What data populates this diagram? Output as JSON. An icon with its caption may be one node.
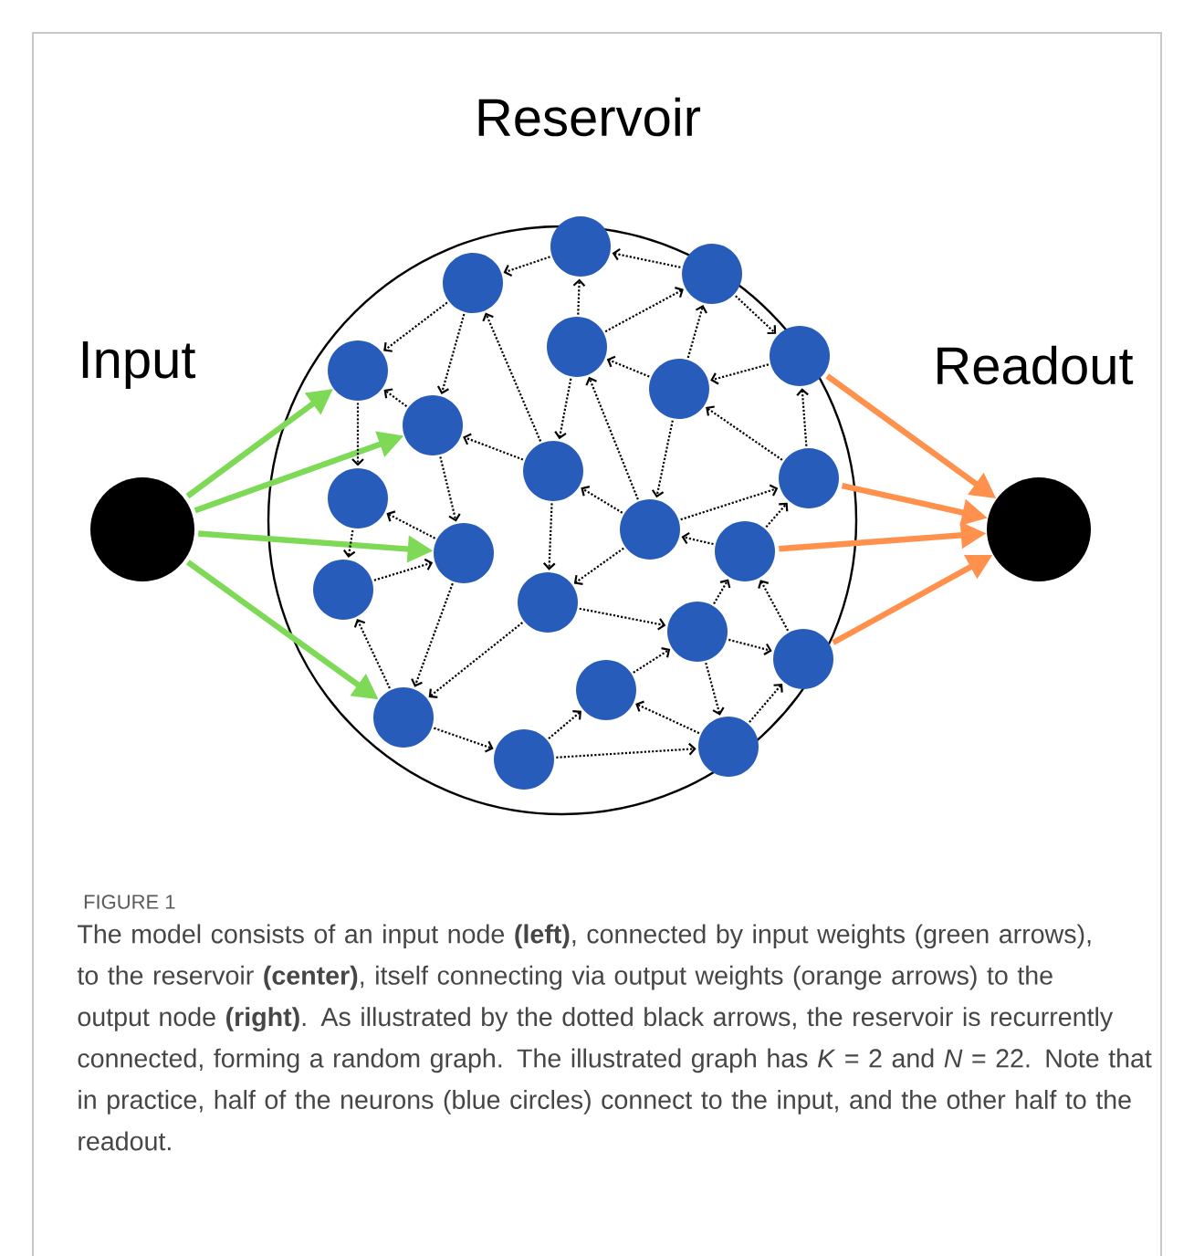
{
  "diagram": {
    "caption": "The model consists of an input node **(left)**, connected by input weights (green arrows), to the reservoir **(center)**, itself connecting via output weights (orange arrows) to the output node **(right)**. As illustrated by the dotted black arrows, the reservoir is recurrently connected, forming a random graph. The illustrated graph has *K* = 2 and *N* = 22. Note that in practice, half of the neurons (blue circles) connect to the input, and the other half to the readout.",
    "nodes": [
      {
        "text": [
          "Reservoir"
        ]
      },
      {
        "text": [],
        "shape": "circle",
        "beside": [
          "Input"
        ]
      },
      {
        "text": [],
        "shape": "circle",
        "in": 0
      },
      {
        "text": [],
        "shape": "circle",
        "in": 0
      },
      {
        "text": [],
        "shape": "circle",
        "in": 0
      },
      {
        "text": [],
        "shape": "circle",
        "in": 0
      },
      {
        "text": [],
        "shape": "circle",
        "in": 0
      },
      {
        "text": [],
        "shape": "circle",
        "in": 0
      },
      {
        "text": [],
        "shape": "circle",
        "in": 0
      },
      {
        "text": [],
        "shape": "circle",
        "in": 0
      },
      {
        "text": [],
        "shape": "circle",
        "in": 0
      },
      {
        "text": [],
        "shape": "circle",
        "in": 0
      },
      {
        "text": [],
        "shape": "circle",
        "in": 0
      },
      {
        "text": [],
        "shape": "circle",
        "in": 0
      },
      {
        "text": [],
        "shape": "circle",
        "in": 0
      },
      {
        "text": [],
        "shape": "circle",
        "in": 0
      },
      {
        "text": [],
        "shape": "circle",
        "in": 0
      },
      {
        "text": [],
        "shape": "circle",
        "in": 0
      },
      {
        "text": [],
        "shape": "circle",
        "in": 0
      },
      {
        "text": [],
        "shape": "circle",
        "in": 0
      },
      {
        "text": [],
        "shape": "circle",
        "in": 0
      },
      {
        "text": [],
        "shape": "circle",
        "in": 0
      },
      {
        "text": [],
        "shape": "circle",
        "in": 0
      },
      {
        "text": [],
        "shape": "circle",
        "in": 0
      },
      {
        "text": [],
        "shape": "circle",
        "beside": [
          "Readout"
        ]
      }
    ],
    "edges": [
      {
        "from": 1,
        "to": 5,
        "arrow": "to",
        "style": "thick",
        "color": "#7ed957"
      },
      {
        "from": 1,
        "to": 9,
        "arrow": "to",
        "style": "thick",
        "color": "#7ed957"
      },
      {
        "from": 1,
        "to": 15,
        "arrow": "to",
        "style": "thick",
        "color": "#7ed957"
      },
      {
        "from": 1,
        "to": 21,
        "arrow": "to",
        "style": "thick",
        "color": "#7ed957"
      },
      {
        "from": 7,
        "to": 24,
        "arrow": "to",
        "style": "thick",
        "color": "#ff914d"
      },
      {
        "from": 12,
        "to": 24,
        "arrow": "to",
        "style": "thick",
        "color": "#ff914d"
      },
      {
        "from": 14,
        "to": 24,
        "arrow": "to",
        "style": "thick",
        "color": "#ff914d"
      },
      {
        "from": 19,
        "to": 24,
        "arrow": "to",
        "style": "thick",
        "color": "#ff914d"
      },
      {
        "from": 2,
        "to": 3,
        "arrow": "to",
        "style": "dashed"
      },
      {
        "from": 3,
        "to": 5,
        "arrow": "to",
        "style": "dashed"
      },
      {
        "from": 3,
        "to": 9,
        "arrow": "to",
        "style": "dashed"
      },
      {
        "from": 9,
        "to": 5,
        "arrow": "to",
        "style": "dashed"
      },
      {
        "from": 5,
        "to": 11,
        "arrow": "to",
        "style": "dashed"
      },
      {
        "from": 9,
        "to": 15,
        "arrow": "to",
        "style": "dashed"
      },
      {
        "from": 10,
        "to": 3,
        "arrow": "to",
        "style": "dashed"
      },
      {
        "from": 10,
        "to": 9,
        "arrow": "to",
        "style": "dashed"
      },
      {
        "from": 4,
        "to": 2,
        "arrow": "to",
        "style": "dashed"
      },
      {
        "from": 6,
        "to": 2,
        "arrow": "to",
        "style": "dashed"
      },
      {
        "from": 6,
        "to": 4,
        "arrow": "to",
        "style": "dashed"
      },
      {
        "from": 8,
        "to": 4,
        "arrow": "to",
        "style": "dashed"
      },
      {
        "from": 8,
        "to": 13,
        "arrow": "to",
        "style": "dashed"
      },
      {
        "from": 13,
        "to": 6,
        "arrow": "to",
        "style": "dashed"
      },
      {
        "from": 4,
        "to": 7,
        "arrow": "to",
        "style": "dashed"
      },
      {
        "from": 7,
        "to": 8,
        "arrow": "to",
        "style": "dashed"
      },
      {
        "from": 8,
        "to": 6,
        "arrow": "to",
        "style": "dashed"
      },
      {
        "from": 6,
        "to": 10,
        "arrow": "to",
        "style": "dashed"
      },
      {
        "from": 12,
        "to": 7,
        "arrow": "to",
        "style": "dashed"
      },
      {
        "from": 12,
        "to": 8,
        "arrow": "to",
        "style": "dashed"
      },
      {
        "from": 13,
        "to": 10,
        "arrow": "to",
        "style": "dashed"
      },
      {
        "from": 13,
        "to": 12,
        "arrow": "to",
        "style": "dashed"
      },
      {
        "from": 14,
        "to": 13,
        "arrow": "to",
        "style": "dashed"
      },
      {
        "from": 14,
        "to": 12,
        "arrow": "to",
        "style": "dashed"
      },
      {
        "from": 13,
        "to": 17,
        "arrow": "to",
        "style": "dashed"
      },
      {
        "from": 10,
        "to": 17,
        "arrow": "to",
        "style": "dashed"
      },
      {
        "from": 17,
        "to": 18,
        "arrow": "to",
        "style": "dashed"
      },
      {
        "from": 18,
        "to": 14,
        "arrow": "to",
        "style": "dashed"
      },
      {
        "from": 19,
        "to": 14,
        "arrow": "to",
        "style": "dashed"
      },
      {
        "from": 18,
        "to": 19,
        "arrow": "to",
        "style": "dashed"
      },
      {
        "from": 18,
        "to": 22,
        "arrow": "to",
        "style": "dashed"
      },
      {
        "from": 22,
        "to": 19,
        "arrow": "to",
        "style": "dashed"
      },
      {
        "from": 22,
        "to": 20,
        "arrow": "to",
        "style": "dashed"
      },
      {
        "from": 20,
        "to": 18,
        "arrow": "to",
        "style": "dashed"
      },
      {
        "from": 23,
        "to": 22,
        "arrow": "to",
        "style": "dashed"
      },
      {
        "from": 23,
        "to": 20,
        "arrow": "to",
        "style": "dashed"
      },
      {
        "from": 15,
        "to": 11,
        "arrow": "to",
        "style": "dashed"
      },
      {
        "from": 11,
        "to": 16,
        "arrow": "to",
        "style": "dashed"
      },
      {
        "from": 16,
        "to": 15,
        "arrow": "to",
        "style": "dashed"
      },
      {
        "from": 21,
        "to": 16,
        "arrow": "to",
        "style": "dashed"
      },
      {
        "from": 15,
        "to": 21,
        "arrow": "to",
        "style": "dashed"
      },
      {
        "from": 17,
        "to": 21,
        "arrow": "to",
        "style": "dashed"
      },
      {
        "from": 21,
        "to": 23,
        "arrow": "to",
        "style": "dashed"
      }
    ],
    "labels": [
      "FIGURE 1"
    ]
  }
}
